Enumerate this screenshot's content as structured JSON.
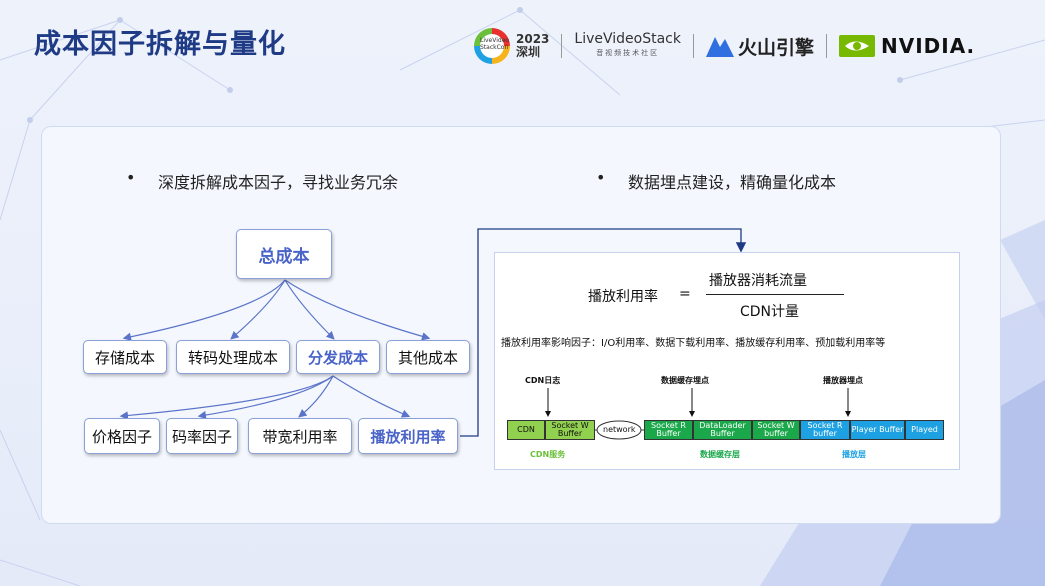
{
  "title": "成本因子拆解与量化",
  "logos": {
    "conf_inner": "LiveVideo StackCon",
    "conf_year": "2023",
    "conf_city": "深圳",
    "lvs_name": "LiveVideoStack",
    "lvs_sub": "音视频技术社区",
    "huoshan": "火山引擎",
    "nvidia": "NVIDIA."
  },
  "bullets": {
    "left": "深度拆解成本因子，寻找业务冗余",
    "right": "数据埋点建设，精确量化成本"
  },
  "tree": {
    "root": "总成本",
    "level1": [
      "存储成本",
      "转码处理成本",
      "分发成本",
      "其他成本"
    ],
    "level2": [
      "价格因子",
      "码率因子",
      "带宽利用率",
      "播放利用率"
    ]
  },
  "formula": {
    "lhs": "播放利用率",
    "eq": "=",
    "numerator": "播放器消耗流量",
    "denominator": "CDN计量",
    "factors": "播放利用率影响因子：I/O利用率、数据下载利用率、播放缓存利用率、预加载利用率等"
  },
  "pipeline": {
    "markers": [
      "CDN日志",
      "数据缓存埋点",
      "播放器埋点"
    ],
    "network": "network",
    "segments": [
      "CDN",
      "Socket W Buffer",
      "Socket R Buffer",
      "DataLoader Buffer",
      "Socket W buffer",
      "Socket R buffer",
      "Player Buffer",
      "Played"
    ],
    "layers": [
      "CDN服务",
      "数据缓存层",
      "播放层"
    ],
    "colors": {
      "cdn_layer": "#6bbf3b",
      "cache_layer": "#1aa84a",
      "play_layer": "#1da1e2"
    }
  }
}
